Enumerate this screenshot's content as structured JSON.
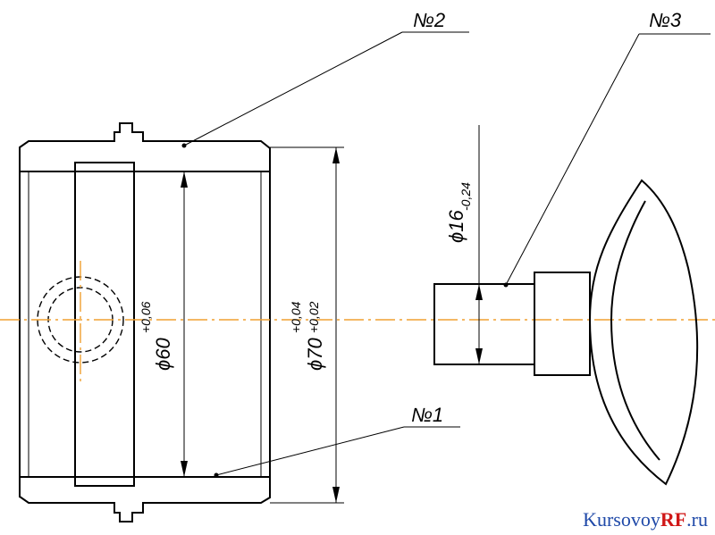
{
  "callouts": {
    "part1": "№1",
    "part2": "№2",
    "part3": "№3"
  },
  "dimensions": {
    "bore": {
      "symbol": "ϕ",
      "nominal": "60",
      "upper": "+0,06"
    },
    "outer": {
      "symbol": "ϕ",
      "nominal": "70",
      "upper": "+0,04",
      "lower": "+0,02"
    },
    "shaft": {
      "symbol": "ϕ",
      "nominal": "16",
      "lower": "-0,24"
    }
  },
  "watermark": {
    "part1": "Kursovoy",
    "part2": "RF",
    "part3": ".ru"
  },
  "colors": {
    "axis": "#f0a030",
    "watermark_blue": "#1f49a8",
    "watermark_red": "#d01818"
  }
}
